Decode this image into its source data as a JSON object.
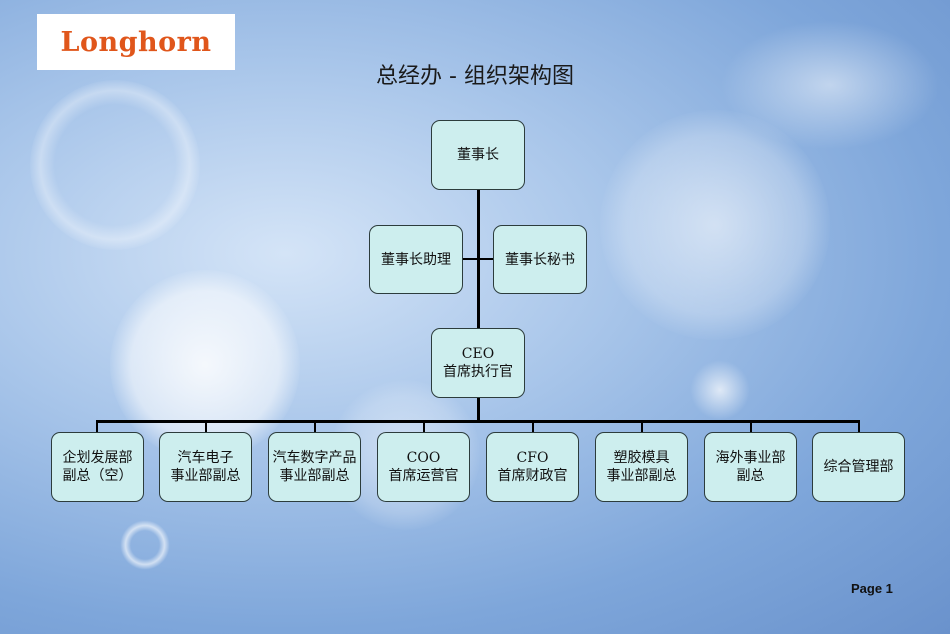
{
  "logo": {
    "text": "Longhorn"
  },
  "title": "总经办 - 组织架构图",
  "chairman": {
    "label": "董事长"
  },
  "assistants": [
    {
      "label": "董事长助理"
    },
    {
      "label": "董事长秘书"
    }
  ],
  "ceo": {
    "line1": "CEO",
    "line2": "首席执行官"
  },
  "departments": [
    {
      "line1": "企划发展部",
      "line2": "副总（空）"
    },
    {
      "line1": "汽车电子",
      "line2": "事业部副总"
    },
    {
      "line1": "汽车数字产品",
      "line2": "事业部副总"
    },
    {
      "line1": "COO",
      "line2": "首席运营官"
    },
    {
      "line1": "CFO",
      "line2": "首席财政官"
    },
    {
      "line1": "塑胶模具",
      "line2": "事业部副总"
    },
    {
      "line1": "海外事业部",
      "line2": "副总"
    },
    {
      "line1": "综合管理部",
      "line2": ""
    }
  ],
  "footer": {
    "page_label": "Page 1"
  },
  "colors": {
    "node_fill": "#cdeeee",
    "logo_text": "#e0561b",
    "background": "#a9c6ea"
  }
}
